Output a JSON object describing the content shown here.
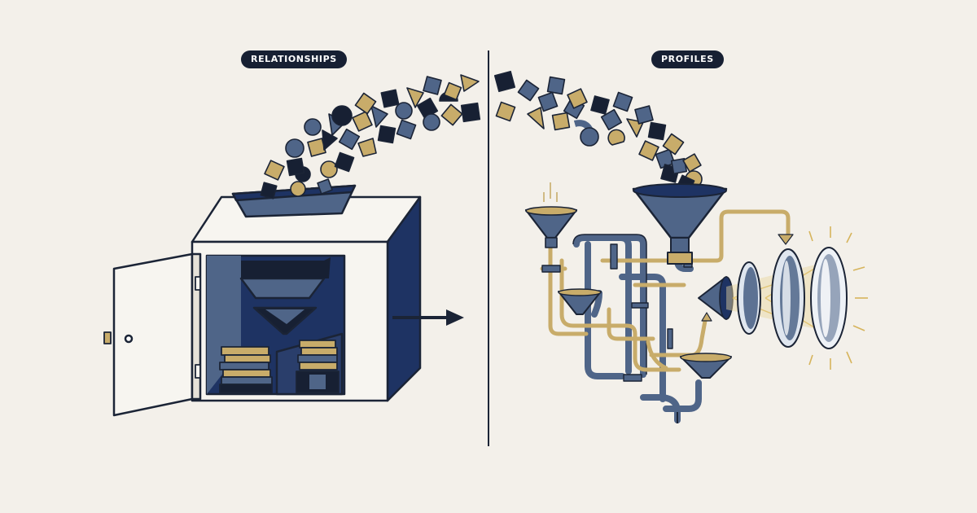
{
  "labels": {
    "left": "RELATIONSHIPS",
    "right": "PROFILES"
  },
  "colors": {
    "background": "#f3f0ea",
    "navy": "#1e3363",
    "dark": "#172033",
    "slate": "#4f6588",
    "gold": "#c8ac6a",
    "outline": "#1b2436",
    "white": "#ffffff"
  },
  "icons": {
    "divider": "vertical-divider-line",
    "left_stream": "falling-shapes-stream",
    "right_stream": "falling-shapes-stream",
    "left_machine": "open-cabinet-machine-icon",
    "right_machine": "funnel-pipe-network-icon",
    "arrow": "right-arrow-icon",
    "lenses": "glowing-lens-icon"
  }
}
